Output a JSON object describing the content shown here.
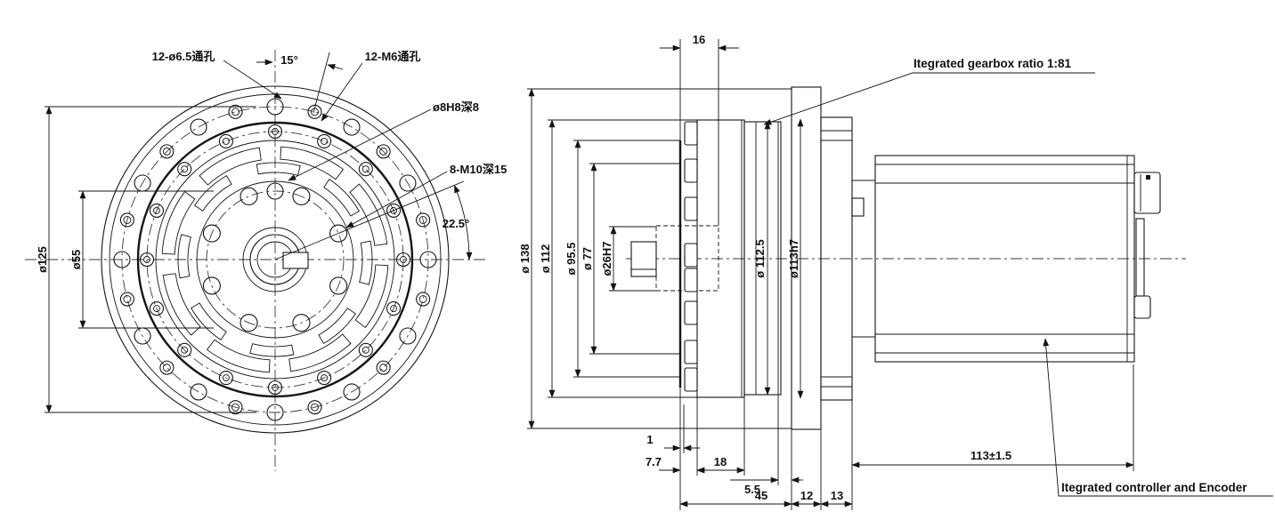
{
  "front": {
    "label_holes_65": "12-ø6.5通孔",
    "label_holes_m6": "12-M6通孔",
    "label_angle_15": "15°",
    "label_pin_hole": "ø8H8深8",
    "label_tapped": "8-M10深15",
    "label_angle_225": "22.5°",
    "dim_od": "ø125",
    "dim_id": "ø55"
  },
  "side": {
    "dim_16": "16",
    "dim_138": "ø 138",
    "dim_112": "ø 112",
    "dim_95_5": "ø 95.5",
    "dim_77": "ø 77",
    "dim_26": "ø26H7",
    "dim_112_5": "ø 112.5",
    "dim_113h7": "ø113h7",
    "dim_1": "1",
    "dim_7_7": "7.7",
    "dim_18": "18",
    "dim_5_5": "5.5",
    "dim_45": "45",
    "dim_12": "12",
    "dim_13": "13",
    "dim_113": "113±1.5",
    "note_gearbox": "Itegrated gearbox ratio 1:81",
    "note_controller": "Itegrated controller and Encoder"
  },
  "colors": {
    "line": "#141414",
    "background": "#ffffff"
  }
}
